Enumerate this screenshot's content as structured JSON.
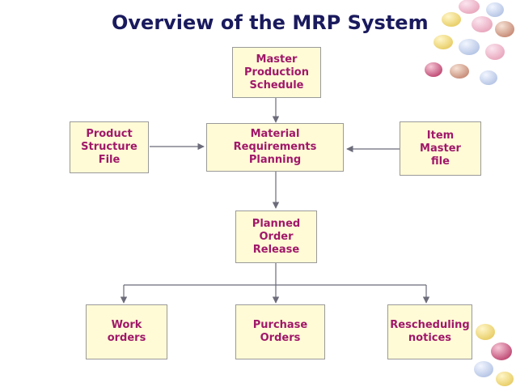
{
  "title": "Overview of the MRP System",
  "nodes": {
    "mps": "Master\nProduction\nSchedule",
    "mrp": "Material\nRequirements\nPlanning",
    "product_structure": "Product\nStructure\nFile",
    "item_master": "Item\nMaster\nfile",
    "planned_order": "Planned\nOrder\nRelease",
    "work_orders": "Work\norders",
    "purchase_orders": "Purchase\nOrders",
    "rescheduling": "Rescheduling\nnotices"
  },
  "colors": {
    "title": "#1a1a5e",
    "box_fill": "#fffbd6",
    "box_text": "#a0186a",
    "connector": "#6b6b7a"
  },
  "edges": [
    [
      "mps",
      "mrp"
    ],
    [
      "product_structure",
      "mrp"
    ],
    [
      "item_master",
      "mrp"
    ],
    [
      "mrp",
      "planned_order"
    ],
    [
      "planned_order",
      "work_orders"
    ],
    [
      "planned_order",
      "purchase_orders"
    ],
    [
      "planned_order",
      "rescheduling"
    ]
  ]
}
